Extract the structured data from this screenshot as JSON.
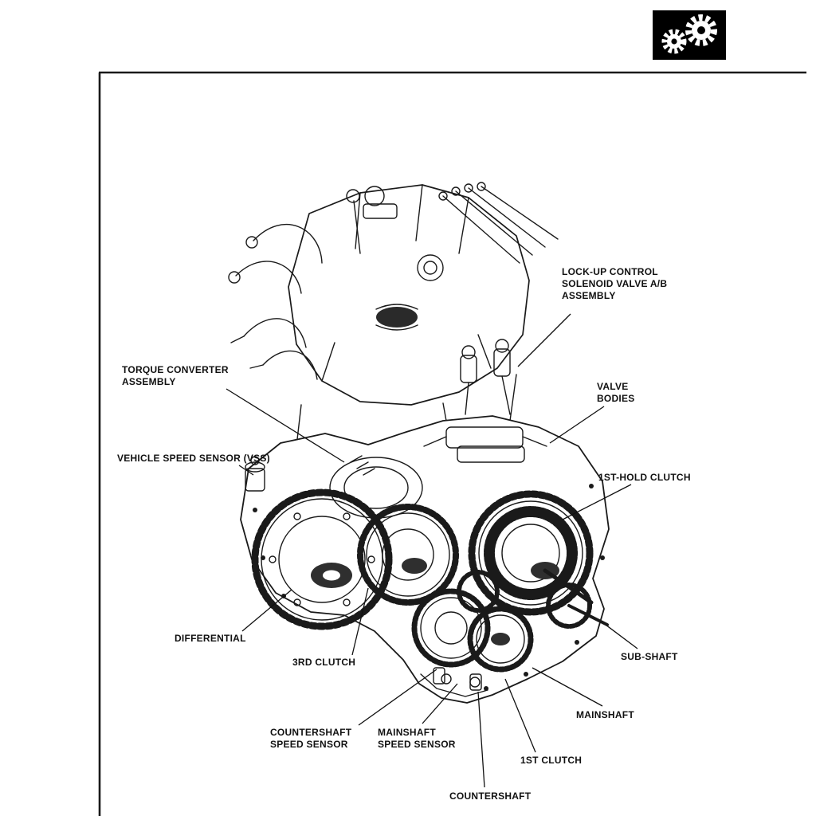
{
  "page": {
    "bg_color": "#ffffff",
    "ink_color": "#1a1a1a"
  },
  "corner_icon": {
    "name": "gears-icon"
  },
  "diagram": {
    "labels": {
      "lock_up_control": "LOCK-UP CONTROL\nSOLENOID VALVE A/B\nASSEMBLY",
      "torque_converter": "TORQUE CONVERTER\nASSEMBLY",
      "valve_bodies": "VALVE\nBODIES",
      "vehicle_speed_sensor": "VEHICLE SPEED SENSOR (VSS)",
      "first_hold_clutch": "1ST-HOLD CLUTCH",
      "differential": "DIFFERENTIAL",
      "third_clutch": "3RD CLUTCH",
      "sub_shaft": "SUB-SHAFT",
      "mainshaft": "MAINSHAFT",
      "countershaft_speed_sensor": "COUNTERSHAFT\nSPEED SENSOR",
      "mainshaft_speed_sensor": "MAINSHAFT\nSPEED SENSOR",
      "first_clutch": "1ST CLUTCH",
      "countershaft": "COUNTERSHAFT"
    }
  }
}
